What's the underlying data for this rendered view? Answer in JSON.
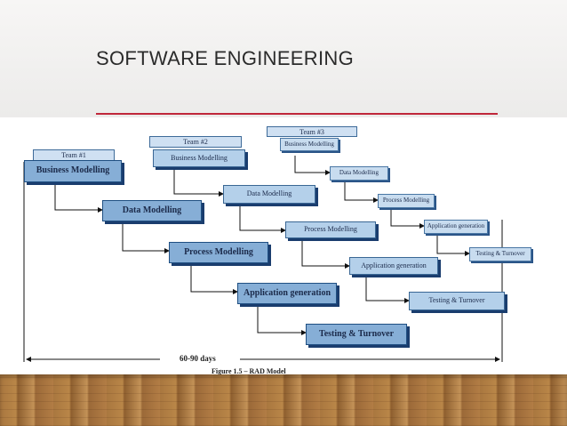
{
  "slide": {
    "title": "SOFTWARE ENGINEERING"
  },
  "diagram": {
    "teams": [
      "Team #1",
      "Team #2",
      "Team #3"
    ],
    "team1": [
      "Business Modelling",
      "Data Modelling",
      "Process Modelling",
      "Application generation",
      "Testing & Turnover"
    ],
    "team2": [
      "Business Modelling",
      "Data Modelling",
      "Process Modelling",
      "Application generation",
      "Testing & Turnover"
    ],
    "team3": [
      "Business Modelling",
      "Data Modelling",
      "Process Modelling",
      "Application generation",
      "Testing & Turnover"
    ],
    "duration": "60-90 days",
    "caption": "Figure 1.5 – RAD Model"
  }
}
